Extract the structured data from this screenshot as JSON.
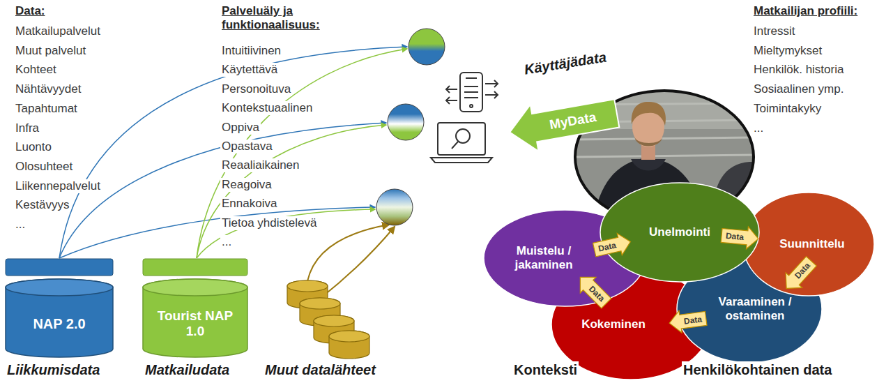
{
  "diagram": {
    "nodes": [
      {
        "text": [
          "NAP 2.0"
        ]
      },
      {
        "text": [
          "Tourist NAP 1.0"
        ]
      },
      {
        "text": [
          "MyData"
        ]
      },
      {
        "text": [
          "Unelmointi"
        ]
      },
      {
        "text": [
          "Suunnittelu"
        ]
      },
      {
        "text": [
          "Varaaminen / ostaminen"
        ]
      },
      {
        "text": [
          "Kokeminen"
        ]
      },
      {
        "text": [
          "Muistelu / jakaminen"
        ]
      }
    ],
    "edges": [
      {
        "from": 3,
        "to": 4,
        "arrow": "to",
        "label": "Data"
      },
      {
        "from": 4,
        "to": 5,
        "arrow": "to",
        "label": "Data"
      },
      {
        "from": 5,
        "to": 6,
        "arrow": "to",
        "label": "Data"
      },
      {
        "from": 6,
        "to": 7,
        "arrow": "to",
        "label": "Data"
      },
      {
        "from": 7,
        "to": 3,
        "arrow": "to",
        "label": "Data"
      }
    ],
    "labels": [
      "Data:",
      "Matkailupalvelut",
      "Muut palvelut",
      "Kohteet",
      "Nähtävyydet",
      "Tapahtumat",
      "Infra",
      "Luonto",
      "Olosuhteet",
      "Liikennepalvelut",
      "Kestävyys",
      "...",
      "Palveluäly ja funktionaalisuus:",
      "Intuitiivinen",
      "Käytettävä",
      "Personoituva",
      "Kontekstuaalinen",
      "Oppiva",
      "Opastava",
      "Reaaliaikainen",
      "Reagoiva",
      "Ennakoiva",
      "Tietoa yhdistelevä",
      "...",
      "Matkailijan profiili:",
      "Intressit",
      "Mieltymykset",
      "Henkilök. historia",
      "Sosiaalinen ymp.",
      "Toimintakyky",
      "...",
      "Käyttäjädata",
      "Liikkumisdata",
      "Matkailudata",
      "Muut datalähteet",
      "Konteksti",
      "Henkilökohtainen data"
    ]
  }
}
